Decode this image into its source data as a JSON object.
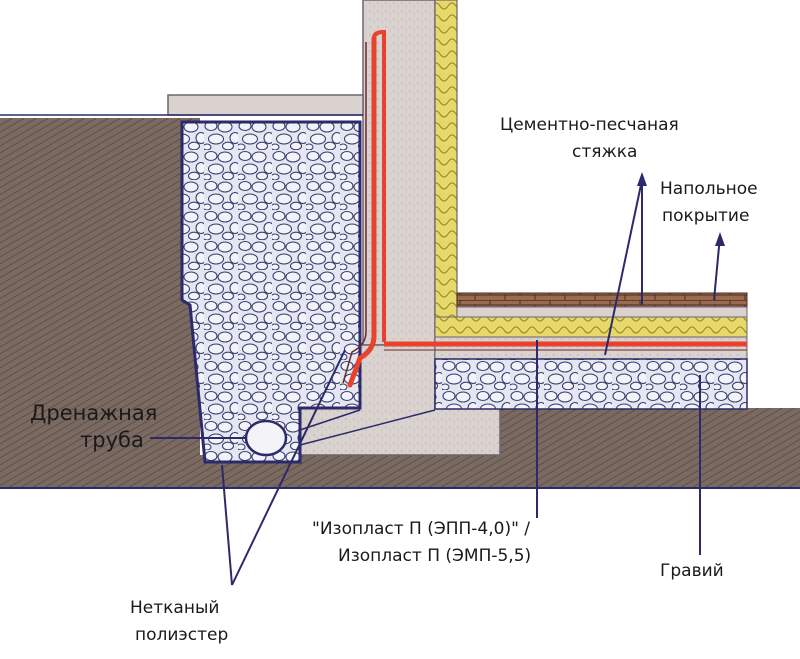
{
  "labels": {
    "screed": [
      "Цементно-песчаная",
      "стяжка"
    ],
    "floor_cover": [
      "Напольное",
      "покрытие"
    ],
    "drain_pipe": [
      "Дренажная",
      "труба"
    ],
    "membrane": [
      "\"Изопласт П (ЭПП-4,0)\" /",
      "Изопласт П (ЭМП-5,5)"
    ],
    "gravel": "Гравий",
    "geotextile": [
      "Нетканый",
      "полиэстер"
    ]
  },
  "colors": {
    "soil": "#7a6a62",
    "concrete": "#d9d2cf",
    "gravel_fill": "#e4e7f2",
    "gravel_stroke": "#3a3f6e",
    "membrane": "#e8412d",
    "insulation": "#e6d86a",
    "tiles": "#9b6b4f",
    "outline": "#2d2a6b"
  }
}
